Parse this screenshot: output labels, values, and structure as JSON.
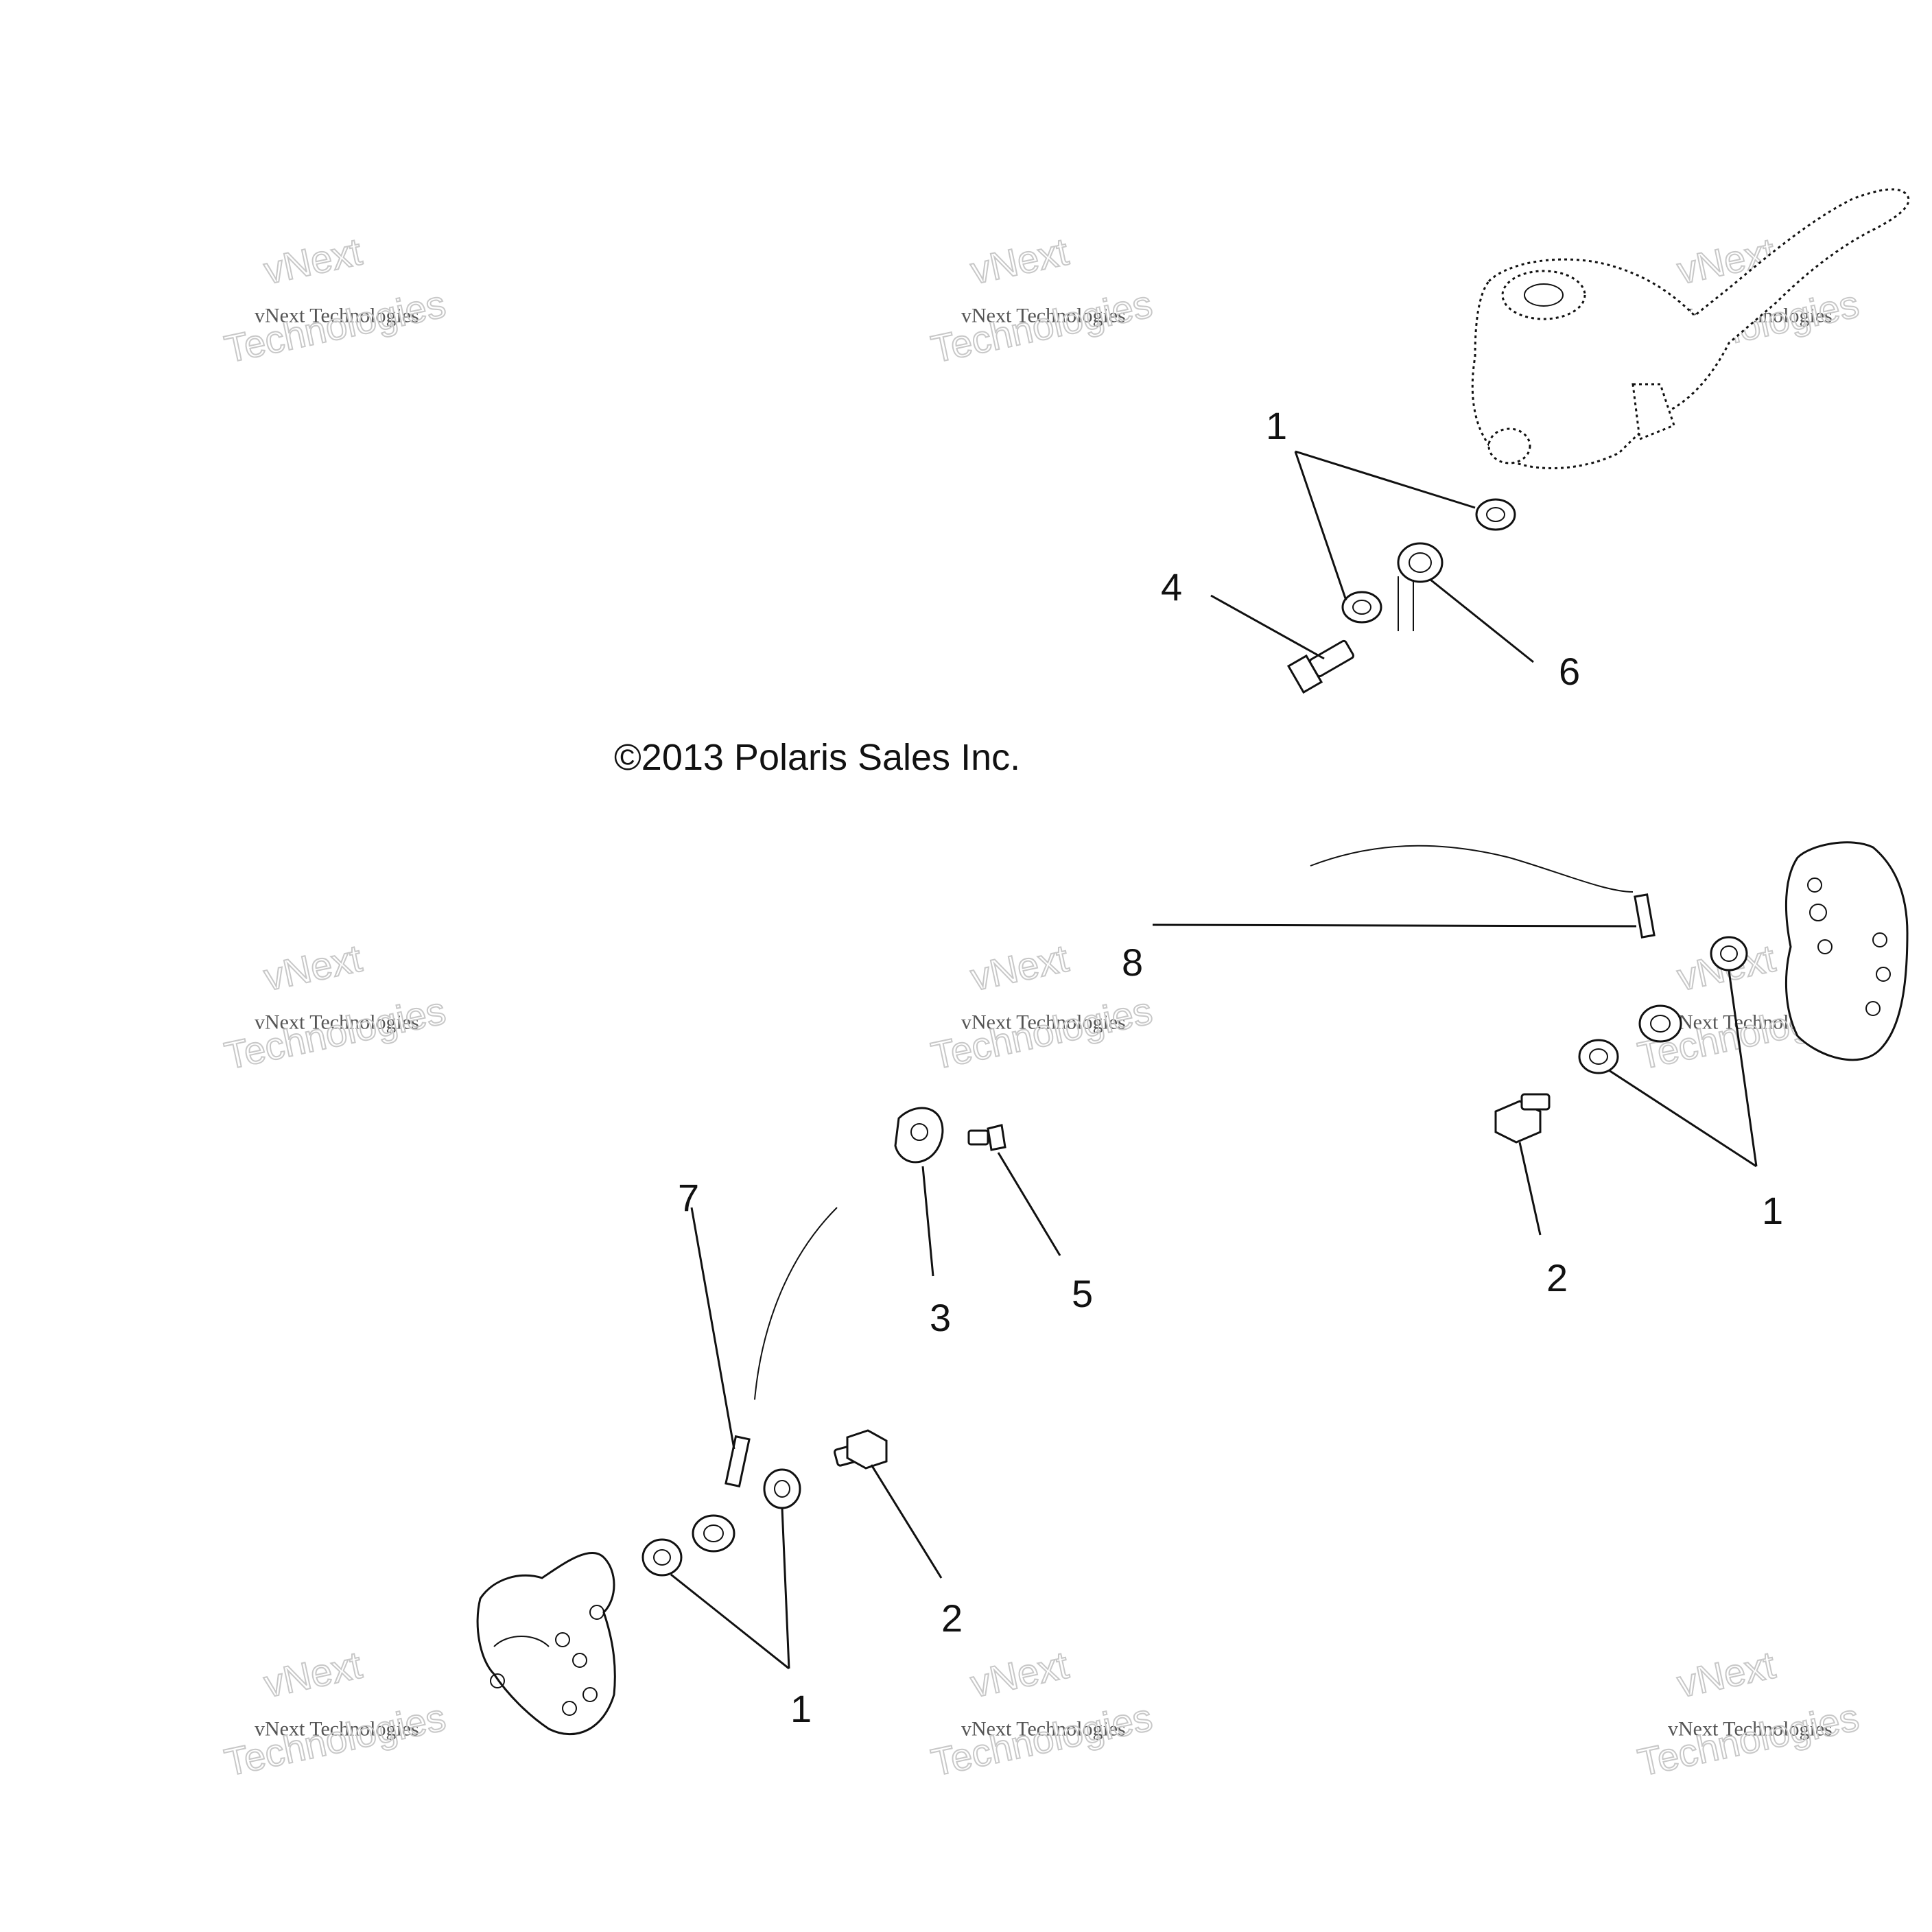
{
  "copyright": "©2013 Polaris Sales Inc.",
  "watermark": {
    "line1": "vNext",
    "line2": "vNext Technologies",
    "line3": "Technologies"
  },
  "callouts": [
    {
      "id": "c1a",
      "label": "1"
    },
    {
      "id": "c4",
      "label": "4"
    },
    {
      "id": "c6",
      "label": "6"
    },
    {
      "id": "c8",
      "label": "8"
    },
    {
      "id": "c1b",
      "label": "1"
    },
    {
      "id": "c2a",
      "label": "2"
    },
    {
      "id": "c7",
      "label": "7"
    },
    {
      "id": "c3",
      "label": "3"
    },
    {
      "id": "c5",
      "label": "5"
    },
    {
      "id": "c2b",
      "label": "2"
    },
    {
      "id": "c1c",
      "label": "1"
    }
  ]
}
